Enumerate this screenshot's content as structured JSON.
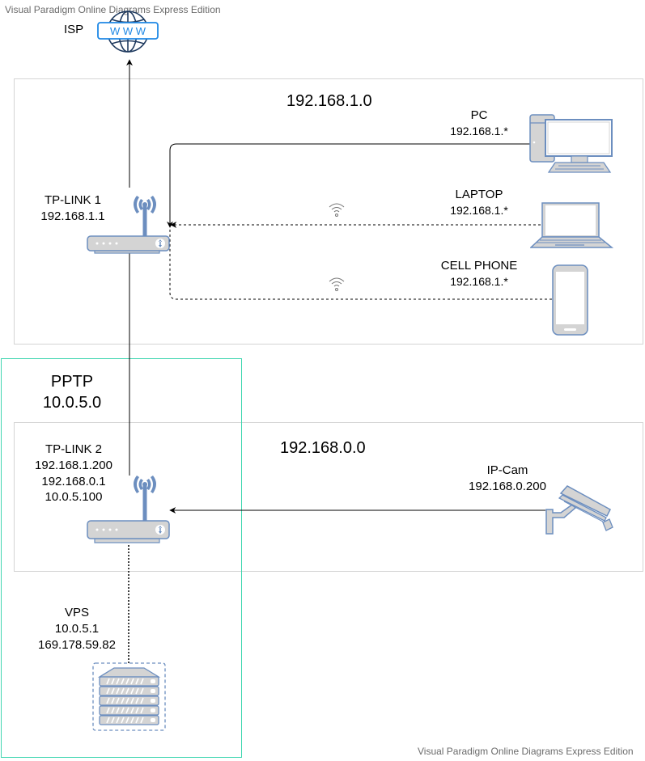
{
  "watermark_top": "Visual Paradigm Online Diagrams Express Edition",
  "watermark_bottom": "Visual Paradigm Online Diagrams Express Edition",
  "colors": {
    "icon_stroke": "#6c8ebf",
    "icon_fill": "#d4d4d4",
    "globe_stroke": "#1f3a5f",
    "www_blue": "#1e88e5",
    "zone_border": "#d4d4d4",
    "pptp_border": "#3fd6b0",
    "line": "#000000"
  },
  "zones": {
    "lan1": {
      "label": "192.168.1.0"
    },
    "lan0": {
      "label": "192.168.0.0"
    },
    "pptp": {
      "label_line1": "PPTP",
      "label_line2": "10.0.5.0"
    }
  },
  "nodes": {
    "isp": {
      "label": "ISP",
      "icon": "globe-www-icon",
      "icon_text": "W W W"
    },
    "tplink1": {
      "name": "TP-LINK 1",
      "ip": "192.168.1.1",
      "icon": "wifi-router-icon"
    },
    "pc": {
      "name": "PC",
      "ip": "192.168.1.*",
      "icon": "desktop-pc-icon"
    },
    "laptop": {
      "name": "LAPTOP",
      "ip": "192.168.1.*",
      "icon": "laptop-icon"
    },
    "cellphone": {
      "name": "CELL PHONE",
      "ip": "192.168.1.*",
      "icon": "smartphone-icon"
    },
    "tplink2": {
      "name": "TP-LINK 2",
      "ips": [
        "192.168.1.200",
        "192.168.0.1",
        "10.0.5.100"
      ],
      "icon": "wifi-router-icon"
    },
    "ipcam": {
      "name": "IP-Cam",
      "ip": "192.168.0.200",
      "icon": "security-camera-icon"
    },
    "vps": {
      "name": "VPS",
      "ips": [
        "10.0.5.1",
        "169.178.59.82"
      ],
      "icon": "server-rack-icon"
    }
  },
  "connections": [
    {
      "from": "tplink1",
      "to": "isp",
      "style": "solid"
    },
    {
      "from": "pc",
      "to": "tplink1",
      "style": "solid"
    },
    {
      "from": "laptop",
      "to": "tplink1",
      "style": "dashed",
      "medium": "wifi"
    },
    {
      "from": "cellphone",
      "to": "tplink1",
      "style": "dashed",
      "medium": "wifi"
    },
    {
      "from": "tplink2",
      "to": "tplink1",
      "style": "solid"
    },
    {
      "from": "ipcam",
      "to": "tplink2",
      "style": "solid"
    },
    {
      "from": "vps",
      "to": "tplink2",
      "style": "dotted"
    }
  ]
}
